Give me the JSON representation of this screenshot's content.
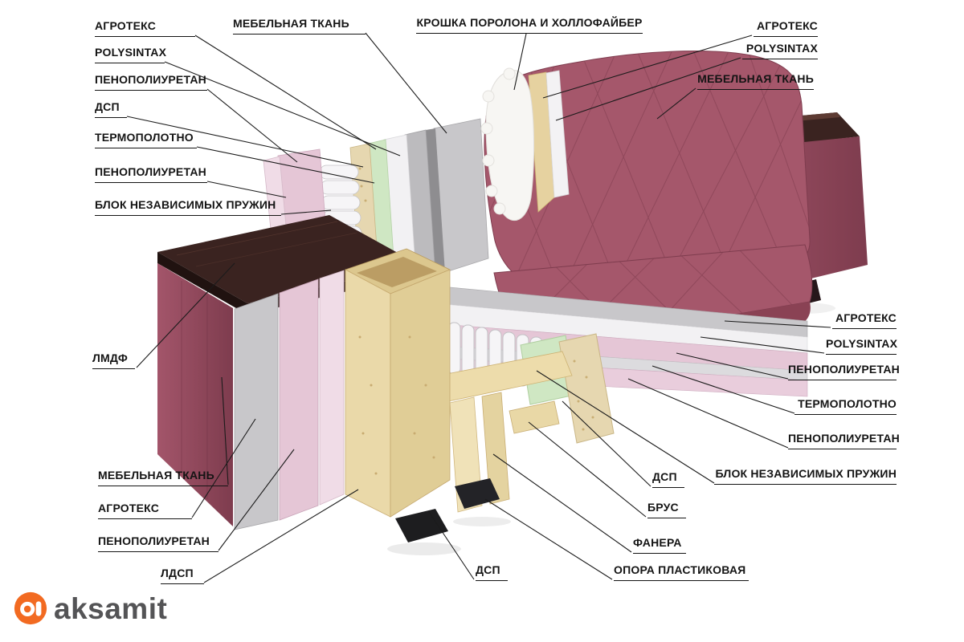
{
  "colors": {
    "fabric": "#a5576b",
    "fabric_dark": "#8a4254",
    "wood_dark": "#3a2320",
    "foam_pink": "#e5c6d6",
    "foam_pink_light": "#f0dce7",
    "foam_green": "#cfe7c3",
    "felt_grey": "#c8c7ca",
    "polysintax_white": "#f2f1f3",
    "fiber_cream": "#e6d7b0",
    "wood_light": "#ead9a9",
    "leader_line": "#1b1b1b",
    "accent_orange": "#f26a21"
  },
  "labels": {
    "top_left": [
      "АГРОТЕКС",
      "POLYSINTAX",
      "ПЕНОПОЛИУРЕТАН",
      "ДСП",
      "ТЕРМОПОЛОТНО",
      "ПЕНОПОЛИУРЕТАН",
      "БЛОК НЕЗАВИСИМЫХ ПРУЖИН"
    ],
    "top_center": [
      "МЕБЕЛЬНАЯ ТКАНЬ",
      "КРОШКА ПОРОЛОНА И ХОЛЛОФАЙБЕР"
    ],
    "top_right": [
      "АГРОТЕКС",
      "POLYSINTAX",
      "МЕБЕЛЬНАЯ ТКАНЬ"
    ],
    "middle_left": [
      "ЛМДФ"
    ],
    "right_col": [
      "АГРОТЕКС",
      "POLYSINTAX",
      "ПЕНОПОЛИУРЕТАН",
      "ТЕРМОПОЛОТНО",
      "ПЕНОПОЛИУРЕТАН",
      "БЛОК НЕЗАВИСИМЫХ ПРУЖИН"
    ],
    "bottom_left": [
      "МЕБЕЛЬНАЯ ТКАНЬ",
      "АГРОТЕКС",
      "ПЕНОПОЛИУРЕТАН",
      "ЛДСП"
    ],
    "bottom_center": [
      "ДСП",
      "ОПОРА ПЛАСТИКОВАЯ"
    ],
    "bottom_right": [
      "ДСП",
      "БРУС",
      "ФАНЕРА"
    ]
  },
  "logo": {
    "text": "aksamit"
  }
}
